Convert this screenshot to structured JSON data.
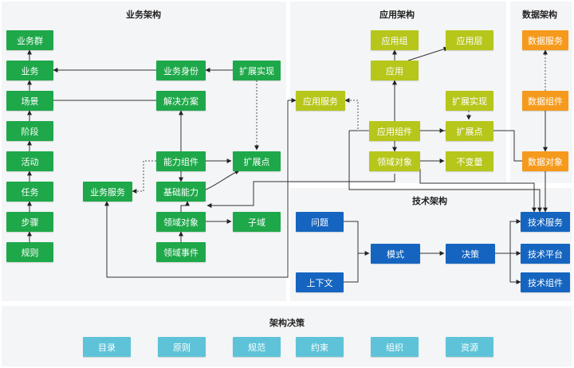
{
  "sections": {
    "business": "业务架构",
    "application": "应用架构",
    "data": "数据架构",
    "technology": "技术架构",
    "decision": "架构决策"
  },
  "business": {
    "business_group": "业务群",
    "business": "业务",
    "scenario": "场景",
    "stage": "阶段",
    "activity": "活动",
    "task": "任务",
    "step": "步骤",
    "rule": "规则",
    "business_identity": "业务身份",
    "solution": "解决方案",
    "capability_component": "能力组件",
    "basic_capability": "基础能力",
    "business_service": "业务服务",
    "domain_object": "领域对象",
    "domain_event": "领域事件",
    "extension_impl": "扩展实现",
    "extension_point": "扩展点",
    "subdomain": "子域"
  },
  "application": {
    "app_group": "应用组",
    "app_layer": "应用层",
    "application": "应用",
    "app_service": "应用服务",
    "extension_impl": "扩展实现",
    "app_component": "应用组件",
    "extension_point": "扩展点",
    "domain_object": "领域对象",
    "immutable": "不变量"
  },
  "data": {
    "data_service": "数据服务",
    "data_component": "数据组件",
    "data_object": "数据对象"
  },
  "technology": {
    "problem": "问题",
    "context": "上下文",
    "pattern": "模式",
    "decision": "决策",
    "tech_service": "技术服务",
    "tech_platform": "技术平台",
    "tech_component": "技术组件"
  },
  "decision": {
    "items": [
      "目录",
      "原则",
      "规范",
      "约束",
      "组织",
      "资源"
    ]
  },
  "colors": {
    "business": "#1ea84a",
    "application": "#b6c61b",
    "data": "#f59a1c",
    "technology": "#1565c0",
    "decision": "#5ec3d8",
    "panel": "#f4f5f7"
  }
}
